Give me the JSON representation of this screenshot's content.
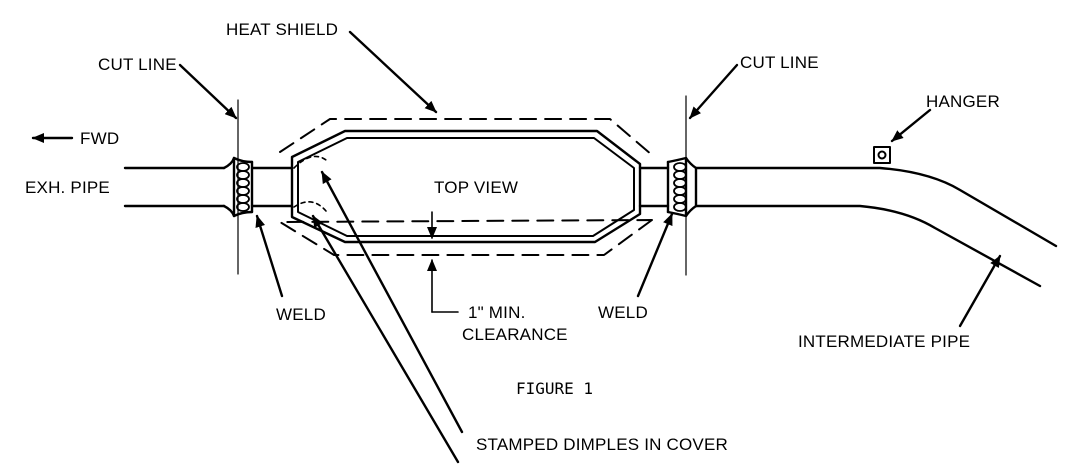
{
  "labels": {
    "heat_shield": "HEAT SHIELD",
    "cut_line_left": "CUT LINE",
    "cut_line_right": "CUT LINE",
    "hanger": "HANGER",
    "fwd": "FWD",
    "exh_pipe": "EXH. PIPE",
    "top_view": "TOP VIEW",
    "weld_left": "WELD",
    "weld_right": "WELD",
    "clearance_line1": "1\" MIN.",
    "clearance_line2": "CLEARANCE",
    "intermediate_pipe": "INTERMEDIATE PIPE",
    "stamped_dimples": "STAMPED DIMPLES IN COVER"
  },
  "caption": "FIGURE 1"
}
